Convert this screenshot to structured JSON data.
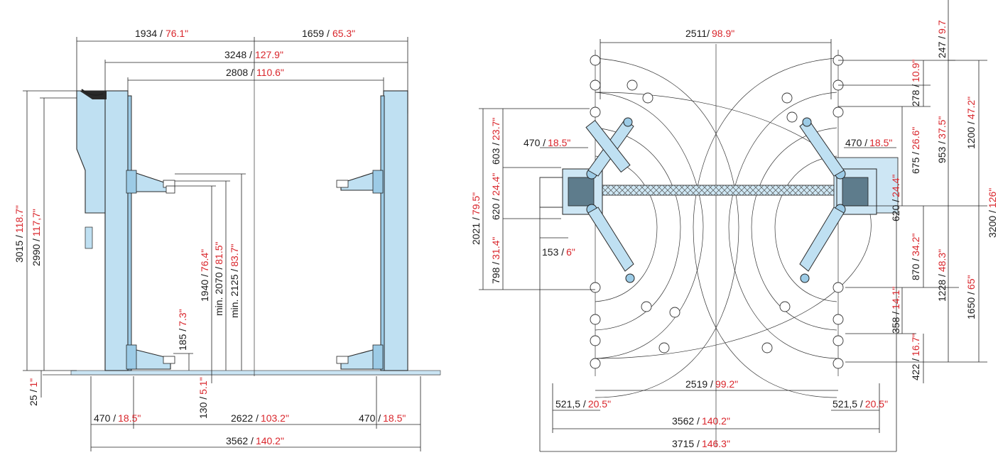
{
  "front_view": {
    "dims": {
      "top_left": {
        "a": "1934 /",
        "b": "76.1\""
      },
      "top_right": {
        "a": "1659 /",
        "b": "65.3\""
      },
      "overall_width": {
        "a": "3248 /",
        "b": "127.9\""
      },
      "inner_width": {
        "a": "2808 /",
        "b": "110.6\""
      },
      "height_total": {
        "a": "3015 /",
        "b": "118.7\""
      },
      "height_column": {
        "a": "2990 /",
        "b": "117,7\""
      },
      "lift_height": {
        "a": "1940 /",
        "b": "76.4\""
      },
      "min_2070": {
        "a": "min. 2070 /",
        "b": "81.5\""
      },
      "min_2125": {
        "a": "min. 2125 /",
        "b": "83.7\""
      },
      "pad_185": {
        "a": "185 /",
        "b": "7.3\""
      },
      "pad_130": {
        "a": "130 /",
        "b": "5.1\""
      },
      "base_25": {
        "a": "25 /",
        "b": "1\""
      },
      "base_470_left": {
        "a": "470 /",
        "b": "18.5\""
      },
      "base_2622": {
        "a": "2622 /",
        "b": "103.2\""
      },
      "base_470_right": {
        "a": "470 /",
        "b": "18.5\""
      },
      "base_3562": {
        "a": "3562 /",
        "b": "140.2\""
      }
    }
  },
  "top_view": {
    "dims": {
      "top_2511": {
        "a": "2511/",
        "b": "98.9\""
      },
      "left_470": {
        "a": "470 /",
        "b": "18.5\""
      },
      "right_470": {
        "a": "470 /",
        "b": "18.5\""
      },
      "left_2021": {
        "a": "2021 /",
        "b": "79.5\""
      },
      "left_603": {
        "a": "603 /",
        "b": "23.7\""
      },
      "left_620": {
        "a": "620 /",
        "b": "24.4\""
      },
      "left_798": {
        "a": "798 /",
        "b": "31.4\""
      },
      "left_153": {
        "a": "153 /",
        "b": "6\""
      },
      "r_247": {
        "a": "247 /",
        "b": "9.7"
      },
      "r_278": {
        "a": "278 /",
        "b": "10.9\""
      },
      "r_675": {
        "a": "675 /",
        "b": "26.6\""
      },
      "r_620": {
        "a": "620 /",
        "b": "24.4\""
      },
      "r_953": {
        "a": "953 /",
        "b": "37.5\""
      },
      "r_1200": {
        "a": "1200 /",
        "b": "47.2\""
      },
      "r_3200": {
        "a": "3200 /",
        "b": "126\""
      },
      "r_870": {
        "a": "870 /",
        "b": "34.2\""
      },
      "r_1228": {
        "a": "1228 /",
        "b": "48.3\""
      },
      "r_1650": {
        "a": "1650 /",
        "b": "65\""
      },
      "r_358": {
        "a": "358 /",
        "b": "14.1\""
      },
      "r_422": {
        "a": "422 /",
        "b": "16.7\""
      },
      "b_2519": {
        "a": "2519 /",
        "b": "99.2\""
      },
      "b_521_left": {
        "a": "521,5 /",
        "b": "20.5\""
      },
      "b_521_right": {
        "a": "521,5 /",
        "b": "20.5\""
      },
      "b_3562": {
        "a": "3562 /",
        "b": "140.2\""
      },
      "b_3715": {
        "a": "3715 /",
        "b": "146.3\""
      }
    }
  },
  "colors": {
    "accent": "#d9252b",
    "post_fill": "#bfe0f2",
    "line": "#222222"
  }
}
